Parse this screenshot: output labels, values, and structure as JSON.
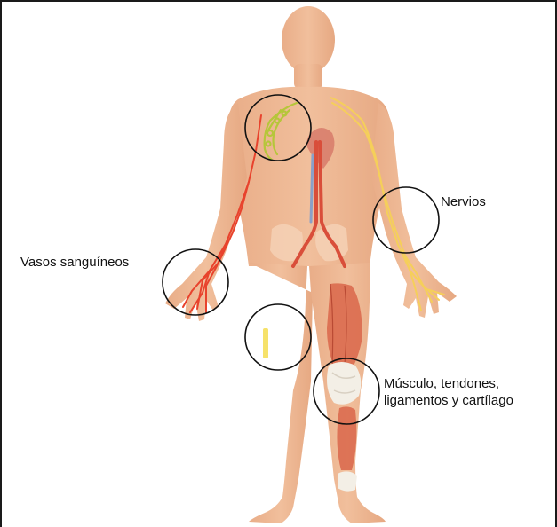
{
  "labels": {
    "nerves": "Nervios",
    "blood_vessels": "Vasos sanguíneos",
    "muscle_line1": "Músculo, tendones,",
    "muscle_line2": "ligamentos y cartílago"
  },
  "colors": {
    "skin": "#efb894",
    "skin_shadow": "#e3a07c",
    "artery": "#e8432d",
    "nerve": "#f5cf5a",
    "lymph": "#b6c63a",
    "muscle": "#d9664a",
    "bone": "#f3efe6",
    "circle": "#111111",
    "background": "#ffffff"
  }
}
